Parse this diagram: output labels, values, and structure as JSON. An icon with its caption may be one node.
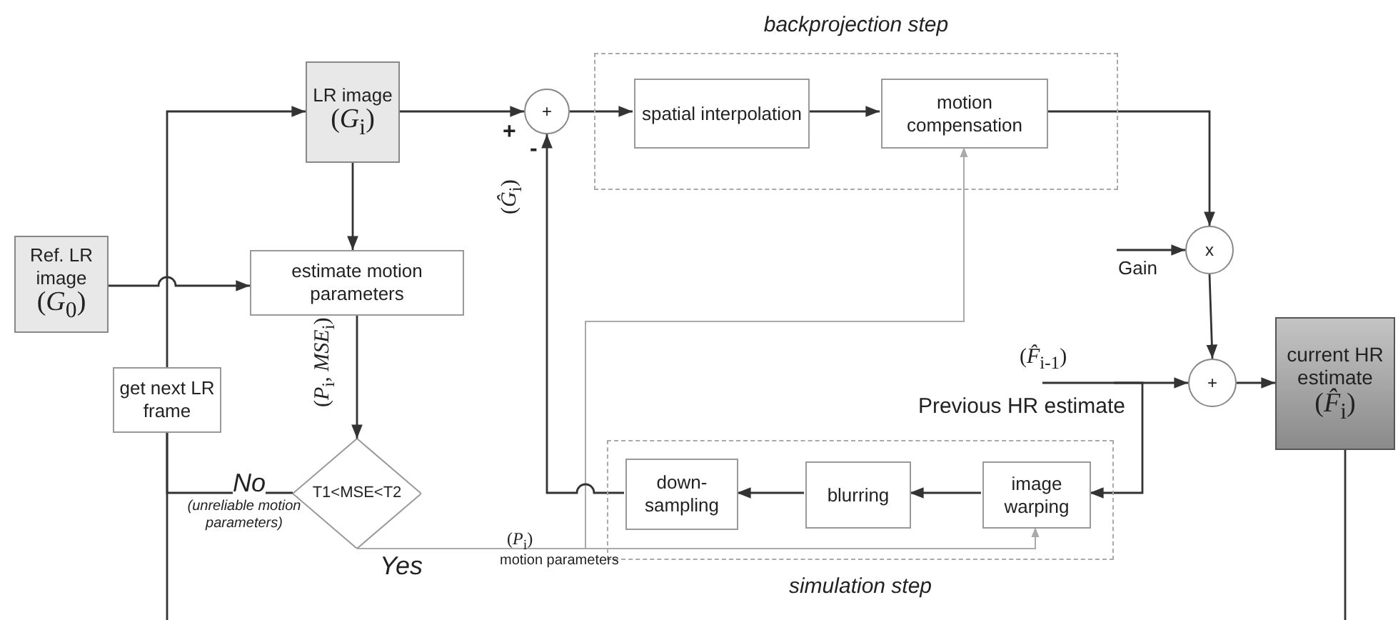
{
  "diagram": {
    "nodes": [
      {
        "text": [
          "backprojection step"
        ]
      },
      {
        "text": [
          "LR image",
          "(*G*$_{i}$)"
        ]
      },
      {
        "text": [
          "+"
        ]
      },
      {
        "text": [
          "spatial interpolation"
        ],
        "in": 0
      },
      {
        "text": [
          "motion compensation"
        ],
        "in": 0
      },
      {
        "text": [
          "Ref. LR image",
          "(*G*$_{0}$)"
        ]
      },
      {
        "text": [
          "estimate motion parameters"
        ]
      },
      {
        "text": [
          "x"
        ]
      },
      {
        "text": [
          "get next LR frame"
        ]
      },
      {
        "text": [
          "Previous HR estimate"
        ],
        "beside": [
          "(*F̂*$_{i-1}$)"
        ]
      },
      {
        "text": [
          "+"
        ]
      },
      {
        "text": [
          "current HR estimate",
          "(*F̂*$_{i}$)"
        ]
      },
      {
        "text": [
          "T1<MSE<T2"
        ]
      },
      {
        "text": [
          "simulation step"
        ]
      },
      {
        "text": [
          "down-sampling"
        ],
        "in": 13
      },
      {
        "text": [
          "blurring"
        ],
        "in": 13
      },
      {
        "text": [
          "image warping"
        ],
        "in": 13
      }
    ],
    "edges": [
      {
        "from": 8,
        "to": 1,
        "arrow": "to"
      },
      {
        "from": 5,
        "to": 6,
        "arrow": "to"
      },
      {
        "from": 1,
        "to": 6,
        "arrow": "to"
      },
      {
        "from": 1,
        "to": 2,
        "arrow": "to"
      },
      {
        "from": 6,
        "to": 12,
        "arrow": "to",
        "label": "(*P*$_{i}$, *MSE*$_{i}$)"
      },
      {
        "from": 12,
        "to": 8,
        "arrow": "none",
        "label": "No"
      },
      {
        "from": 12,
        "to": 16,
        "arrow": "to",
        "color": "#aaaaaa",
        "label": "Yes"
      },
      {
        "from": 12,
        "to": 4,
        "arrow": "to",
        "color": "#aaaaaa"
      },
      {
        "from": 2,
        "to": 3,
        "arrow": "to"
      },
      {
        "from": 3,
        "to": 4,
        "arrow": "to"
      },
      {
        "from": 4,
        "to": 7,
        "arrow": "to"
      },
      {
        "from": null,
        "to": 7,
        "arrow": "to",
        "label": "Gain"
      },
      {
        "from": 7,
        "to": 10,
        "arrow": "to"
      },
      {
        "from": 9,
        "to": 10,
        "arrow": "to"
      },
      {
        "from": 9,
        "to": 16,
        "arrow": "to"
      },
      {
        "from": 10,
        "to": 11,
        "arrow": "to"
      },
      {
        "from": 16,
        "to": 15,
        "arrow": "to"
      },
      {
        "from": 15,
        "to": 14,
        "arrow": "to"
      },
      {
        "from": 14,
        "to": 2,
        "arrow": "to",
        "label": "(*Ĝ*$_{i}$)"
      },
      {
        "from": 11,
        "to": null,
        "arrow": "none"
      },
      {
        "from": null,
        "to": 8,
        "arrow": "none"
      }
    ],
    "labels": [
      "+",
      "-",
      "(unreliable motion parameters)",
      "(*P*$_{i}$)",
      "motion parameters"
    ]
  }
}
